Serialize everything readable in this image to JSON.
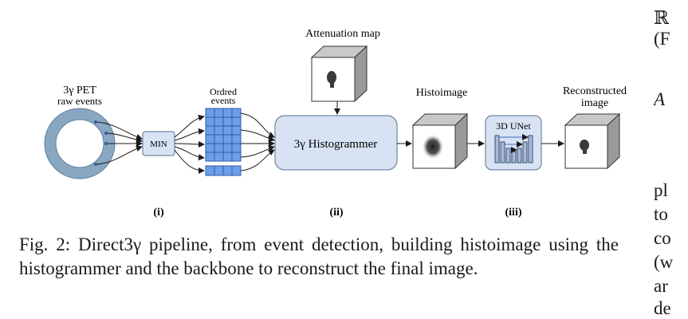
{
  "figure": {
    "labels": {
      "attenuation_map": "Attenuation map",
      "pet_line1": "3γ PET",
      "pet_line2": "raw events",
      "ordered_line1": "Ordred",
      "ordered_line2": "events",
      "histoimage": "Histoimage",
      "reconstructed_line1": "Reconstructed",
      "reconstructed_line2": "image",
      "min_block": "MIN",
      "histogrammer": "3γ Histogrammer",
      "unet": "3D UNet",
      "stage_i": "(i)",
      "stage_ii": "(ii)",
      "stage_iii": "(iii)"
    },
    "colors": {
      "ring": "#8aa7c2",
      "ring_edge": "#5d7f9c",
      "block_fill": "#d7e3f3",
      "block_edge": "#5a6f8f",
      "grid_fill": "#6f9ee8",
      "grid_edge": "#2e5ca8",
      "cube_front": "#ffffff",
      "cube_side": "#9a9a9a",
      "cube_top": "#c8c8c8"
    }
  },
  "caption": {
    "text": "Fig. 2: Direct3γ pipeline, from event detection, building histoimage using the histogrammer and the backbone to reconstruct the final image."
  },
  "right_column": {
    "line1": "ℝ",
    "line2": "(F",
    "line3": "A",
    "line4": "pl",
    "line5": "to",
    "line6": "co",
    "line7": "(w",
    "line8": "ar",
    "line9": "de"
  }
}
